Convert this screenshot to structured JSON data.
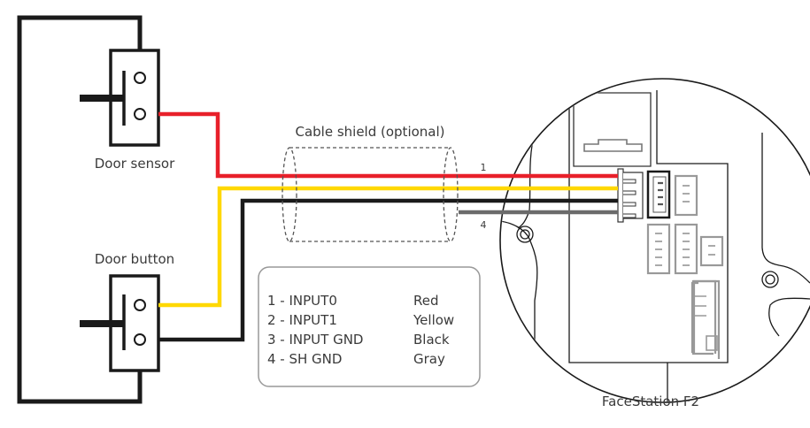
{
  "diagram": {
    "title": "FaceStation F2 input wiring",
    "devices": {
      "door_sensor": "Door sensor",
      "door_button": "Door button",
      "controller": "FaceStation F2"
    },
    "shield_label": "Cable shield (optional)",
    "wire_markers": {
      "first": "1",
      "last": "4"
    },
    "legend": {
      "rows": [
        {
          "pin": "1 - INPUT0",
          "color": "Red"
        },
        {
          "pin": "2 - INPUT1",
          "color": "Yellow"
        },
        {
          "pin": "3 - INPUT GND",
          "color": "Black"
        },
        {
          "pin": "4 - SH GND",
          "color": "Gray"
        }
      ]
    },
    "colors": {
      "red": "#e8202a",
      "yellow": "#ffd800",
      "black": "#1a1a1a",
      "gray": "#6b6b6b"
    }
  }
}
